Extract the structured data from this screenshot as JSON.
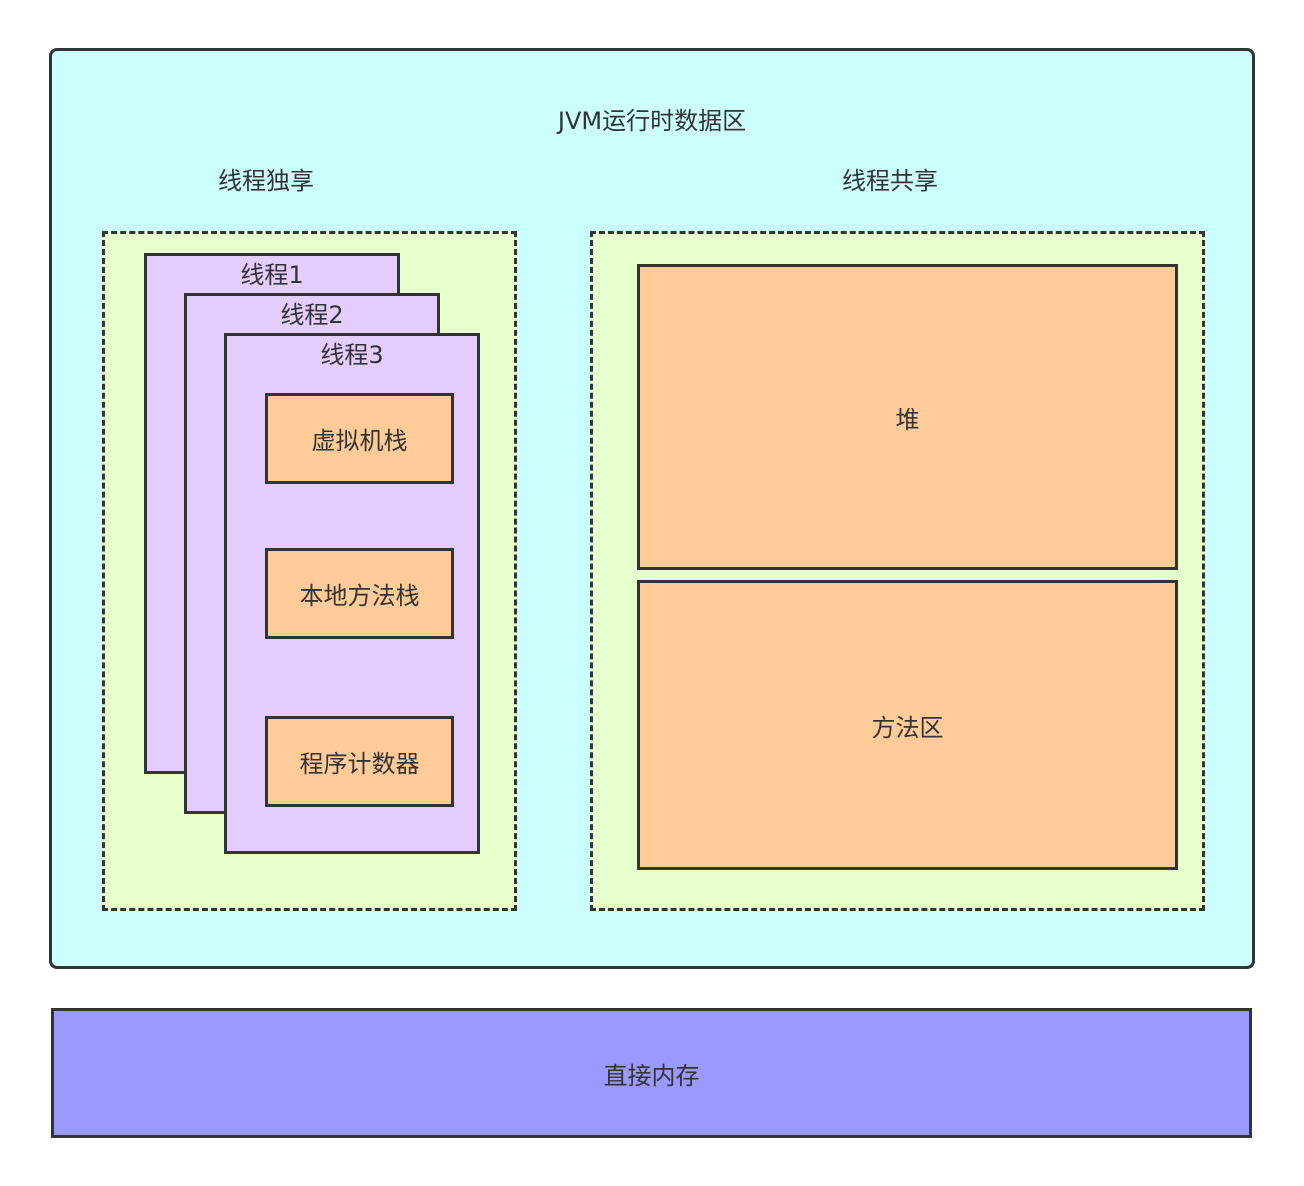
{
  "jvm_area": {
    "title": "JVM运行时数据区"
  },
  "private": {
    "heading": "线程独享",
    "threads": [
      "线程1",
      "线程2",
      "线程3"
    ],
    "components": {
      "vm_stack": "虚拟机栈",
      "native_stack": "本地方法栈",
      "pc_register": "程序计数器"
    }
  },
  "shared": {
    "heading": "线程共享",
    "heap": "堆",
    "method_area": "方法区"
  },
  "direct_memory": "直接内存",
  "colors": {
    "jvm_area": "#ccffff",
    "region": "#e6ffcc",
    "thread": "#e5ccff",
    "component": "#ffcc99",
    "direct_memory": "#9999ff",
    "stroke": "#333333"
  }
}
